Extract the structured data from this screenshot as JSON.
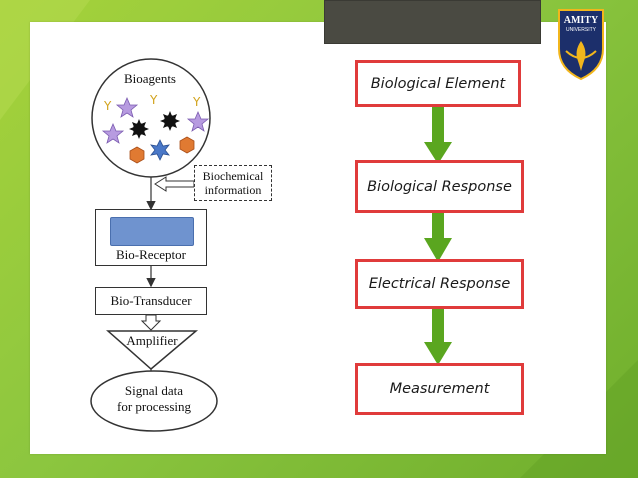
{
  "left_diagram": {
    "bioagents_label": "Bioagents",
    "biochemical_info": [
      "Biochemical",
      "information"
    ],
    "bio_receptor": "Bio-Receptor",
    "bio_transducer": "Bio-Transducer",
    "amplifier": "Amplifier",
    "signal_data": [
      "Signal data",
      "for processing"
    ]
  },
  "flow": {
    "steps": [
      "Biological Element",
      "Biological Response",
      "Electrical Response",
      "Measurement"
    ]
  },
  "logo": {
    "name": "AMITY",
    "subtitle": "UNIVERSITY"
  },
  "colors": {
    "background_green": "#8cc63f",
    "flow_border_red": "#e03b3b",
    "flow_arrow_green": "#5aa61f",
    "title_bar": "#4a4a42",
    "receptor_blue": "#6f93cf",
    "logo_navy": "#1c2f6b",
    "logo_gold": "#f2b61c"
  }
}
